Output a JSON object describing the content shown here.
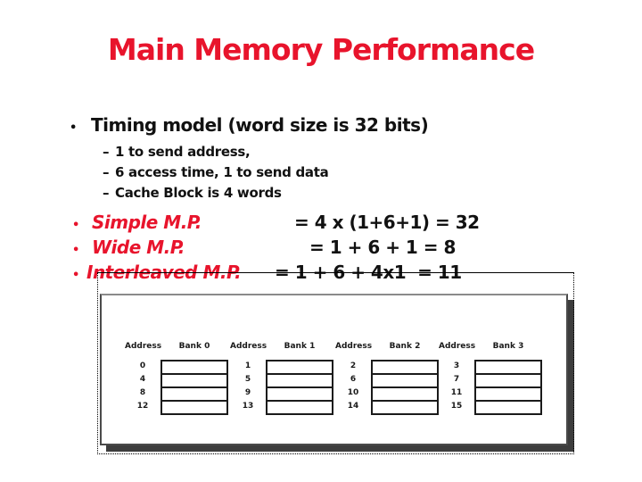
{
  "colors": {
    "accent": "#e8142c",
    "text": "#111111",
    "shadow": "#3d3d3d",
    "background": "#ffffff"
  },
  "slide": {
    "title": "Main Memory Performance",
    "bullet_char": "•",
    "dash_char": "–",
    "timing": {
      "label": "Timing model (word size is 32 bits)",
      "items": [
        "1 to send address,",
        "6 access time, 1 to send data",
        "Cache Block is 4 words"
      ]
    },
    "results": [
      {
        "label": "Simple M.P.",
        "equation": "= 4 x (1+6+1) = 32"
      },
      {
        "label": "Wide M.P.",
        "equation": "= 1 + 6 + 1 = 8"
      },
      {
        "label": "Interleaved M.P.",
        "equation": "= 1 + 6 + 4x1  = 11"
      }
    ]
  },
  "diagram": {
    "address_header": "Address",
    "banks": [
      {
        "label": "Bank 0",
        "addresses": [
          "0",
          "4",
          "8",
          "12"
        ]
      },
      {
        "label": "Bank 1",
        "addresses": [
          "1",
          "5",
          "9",
          "13"
        ]
      },
      {
        "label": "Bank 2",
        "addresses": [
          "2",
          "6",
          "10",
          "14"
        ]
      },
      {
        "label": "Bank 3",
        "addresses": [
          "3",
          "7",
          "11",
          "15"
        ]
      }
    ]
  }
}
